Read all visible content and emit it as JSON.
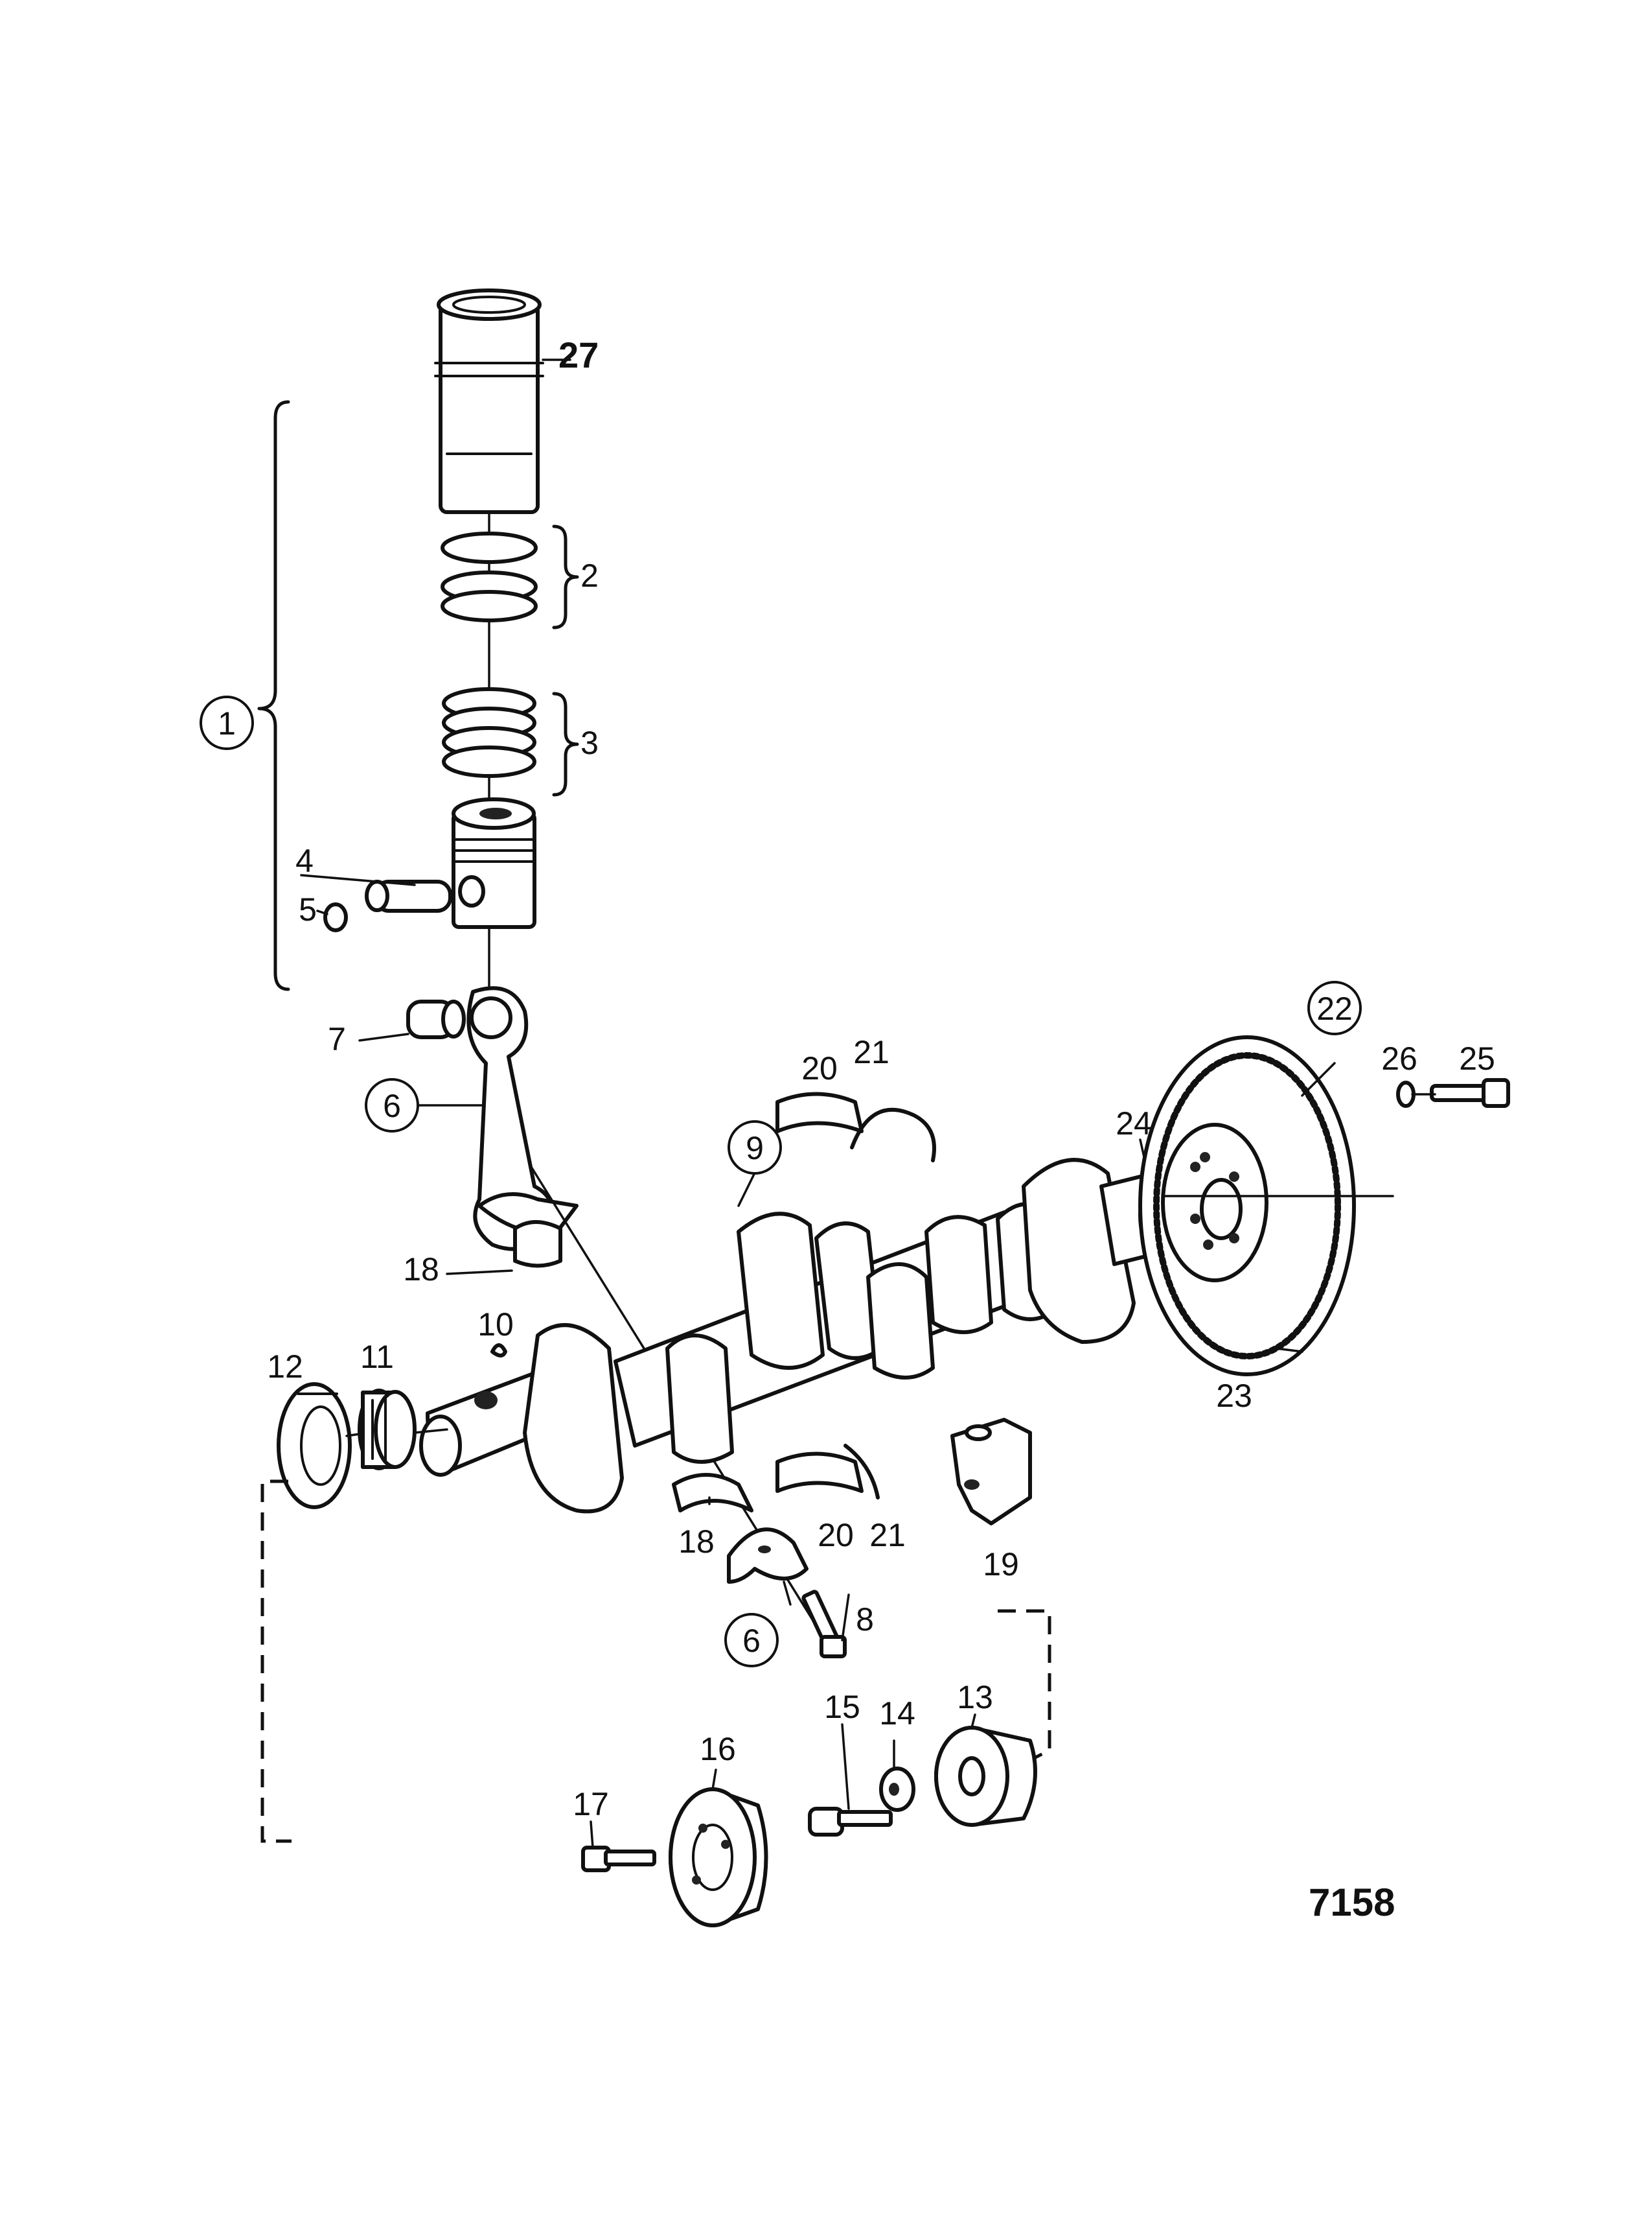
{
  "drawing_number": "7158",
  "callouts": [
    {
      "id": "c1",
      "text": "1",
      "circled": true
    },
    {
      "id": "c2",
      "text": "2",
      "circled": false
    },
    {
      "id": "c3",
      "text": "3",
      "circled": false
    },
    {
      "id": "c4",
      "text": "4",
      "circled": false
    },
    {
      "id": "c5",
      "text": "5",
      "circled": false
    },
    {
      "id": "c6a",
      "text": "6",
      "circled": true
    },
    {
      "id": "c6b",
      "text": "6",
      "circled": true
    },
    {
      "id": "c7",
      "text": "7",
      "circled": false
    },
    {
      "id": "c8",
      "text": "8",
      "circled": false
    },
    {
      "id": "c9",
      "text": "9",
      "circled": true
    },
    {
      "id": "c10",
      "text": "10",
      "circled": false
    },
    {
      "id": "c11",
      "text": "11",
      "circled": false
    },
    {
      "id": "c12",
      "text": "12",
      "circled": false
    },
    {
      "id": "c13",
      "text": "13",
      "circled": false
    },
    {
      "id": "c14",
      "text": "14",
      "circled": false
    },
    {
      "id": "c15",
      "text": "15",
      "circled": false
    },
    {
      "id": "c16",
      "text": "16",
      "circled": false
    },
    {
      "id": "c17",
      "text": "17",
      "circled": false
    },
    {
      "id": "c18a",
      "text": "18",
      "circled": false
    },
    {
      "id": "c18b",
      "text": "18",
      "circled": false
    },
    {
      "id": "c19",
      "text": "19",
      "circled": false
    },
    {
      "id": "c20a",
      "text": "20",
      "circled": false
    },
    {
      "id": "c20b",
      "text": "20",
      "circled": false
    },
    {
      "id": "c21a",
      "text": "21",
      "circled": false
    },
    {
      "id": "c21b",
      "text": "21",
      "circled": false
    },
    {
      "id": "c22",
      "text": "22",
      "circled": true
    },
    {
      "id": "c23",
      "text": "23",
      "circled": false
    },
    {
      "id": "c24",
      "text": "24",
      "circled": false
    },
    {
      "id": "c25",
      "text": "25",
      "circled": false
    },
    {
      "id": "c26",
      "text": "26",
      "circled": false
    },
    {
      "id": "c27",
      "text": "27",
      "circled": false,
      "bold": true
    }
  ]
}
